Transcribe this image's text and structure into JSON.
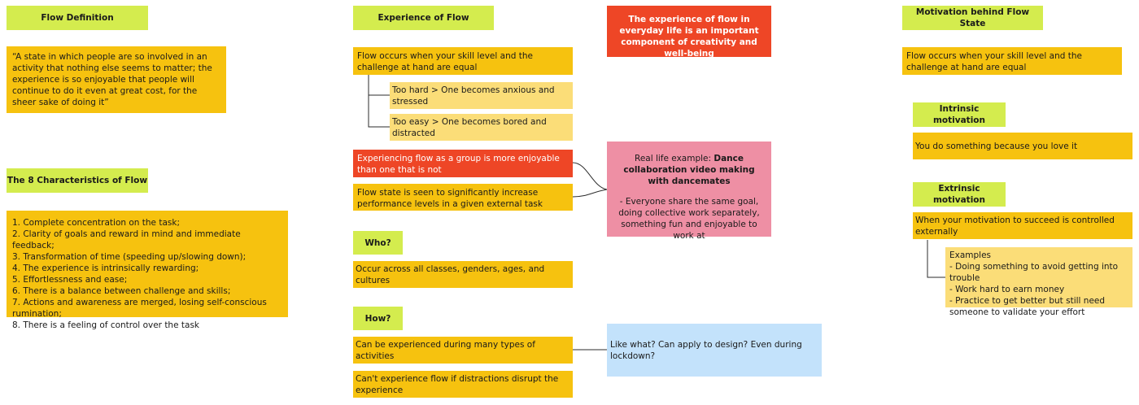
{
  "flow_definition": {
    "title": "Flow Definition",
    "quote": " “A state in which people are so involved in an activity that nothing else seems to matter; the experience is so enjoyable that people will continue to do it even at great cost, for the sheer sake of doing it”"
  },
  "characteristics": {
    "title": "The 8 Characteristics of Flow",
    "items": [
      "1. Complete concentration on the task;",
      "2. Clarity of goals and reward in mind and immediate feedback;",
      "3. Transformation of time (speeding up/slowing down);",
      "4. The experience is intrinsically rewarding;",
      "5. Effortlessness and ease;",
      "6. There is a balance between challenge and skills;",
      "7. Actions and awareness are merged, losing self-conscious rumination;",
      "8. There is a feeling of control over the task"
    ]
  },
  "experience": {
    "title": "Experience of Flow",
    "skill_equal": "Flow occurs when your skill level and the challenge at hand are equal",
    "too_hard": "Too hard > One becomes anxious and stressed",
    "too_easy": "Too easy > One becomes bored and distracted",
    "group": "Experiencing flow as a group is more enjoyable than one that is not",
    "performance": "Flow state is seen to significantly increase performance levels in a given external task"
  },
  "who": {
    "title": "Who?",
    "text": "Occur across all classes, genders, ages, and cultures"
  },
  "how": {
    "title": "How?",
    "activities": "Can be experienced during many types of activities",
    "distractions": "Can't experience flow if distractions disrupt the experience"
  },
  "everyday": {
    "text": "The experience of flow in everyday life is an important component of creativity and well-being"
  },
  "real_life": {
    "prefix": "Real life example: ",
    "bold": "Dance collaboration video making with dancemates",
    "detail": "- Everyone share the same goal, doing collective work separately, something fun and enjoyable to work at"
  },
  "question": {
    "text": "Like what? Can apply to design? Even during lockdown?"
  },
  "motivation": {
    "title": "Motivation behind Flow State",
    "skill_equal": "Flow occurs when your skill level and the challenge at hand are equal",
    "intrinsic_title": "Intrinsic motivation",
    "intrinsic_text": "You do something because you love it",
    "extrinsic_title": "Extrinsic motivation",
    "extrinsic_text": "When your motivation to succeed is controlled externally",
    "examples": [
      "Examples",
      "- Doing something to avoid getting into trouble",
      "- Work hard to earn money",
      "- Practice to get better but still need someone to validate your effort"
    ]
  },
  "colors": {
    "lime": "#d4ec4e",
    "gold": "#f6c20f",
    "pale_gold": "#fbdd78",
    "red": "#ee4626",
    "pink": "#ee8fa4",
    "light_blue": "#c3e2fb"
  }
}
